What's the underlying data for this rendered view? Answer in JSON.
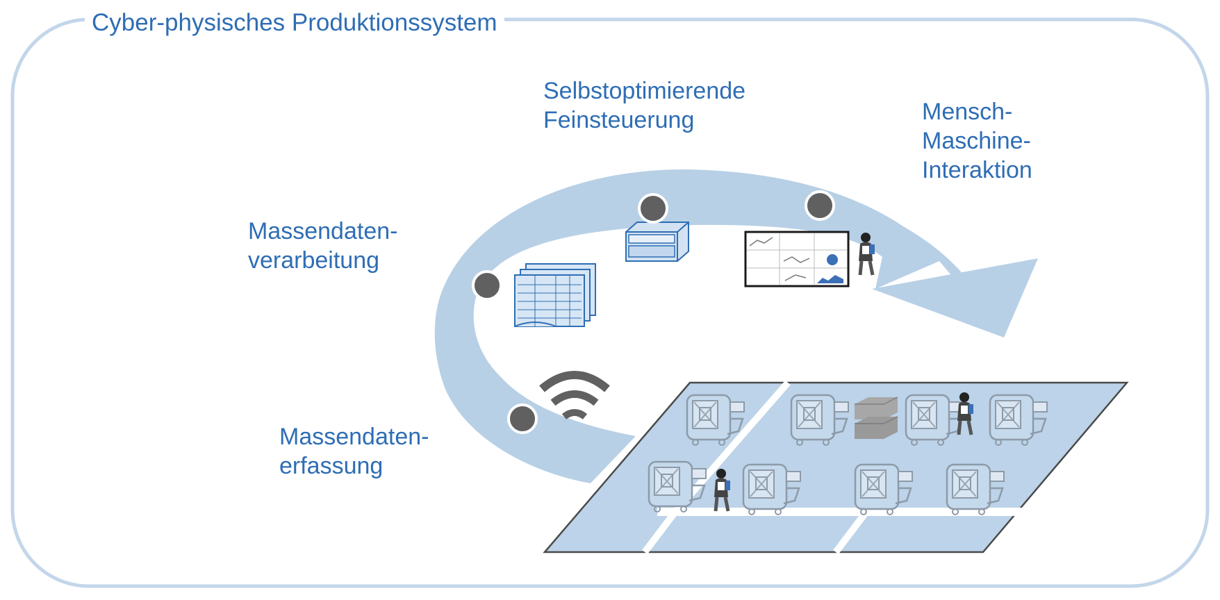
{
  "frame": {
    "title": "Cyber-physisches Produktionssystem"
  },
  "stages": [
    {
      "id": "massendatenerfassung",
      "lines": [
        "Massendaten-",
        "erfassung"
      ],
      "icon": "wifi-icon"
    },
    {
      "id": "massendatenverarbeitung",
      "lines": [
        "Massendaten-",
        "verarbeitung"
      ],
      "icon": "data-sheets-icon"
    },
    {
      "id": "feinsteuerung",
      "lines": [
        "Selbstoptimierende",
        "Feinsteuerung"
      ],
      "icon": "server-icon"
    },
    {
      "id": "mensch-maschine",
      "lines": [
        "Mensch-",
        "Maschine-",
        "Interaktion"
      ],
      "icon": "dashboard-screen-icon"
    }
  ],
  "icons": {
    "machine": "machine-tool-icon",
    "worker": "worker-icon",
    "rack": "storage-rack-icon"
  },
  "colors": {
    "accent_text": "#2e6db4",
    "cycle_arrow": "#b8d0e6",
    "frame": "#c3d6ea",
    "floor": "#bcd3e9",
    "node": "#606060"
  }
}
